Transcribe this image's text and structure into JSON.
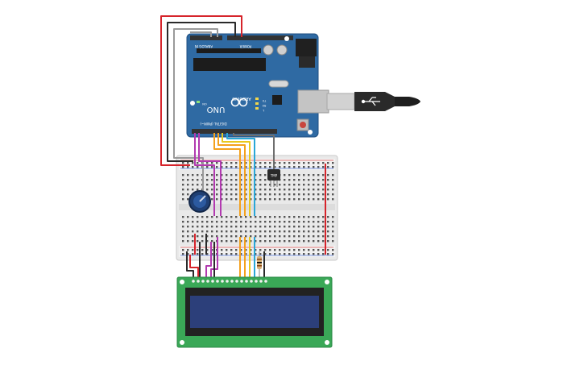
{
  "arduino": {
    "model": "UNO",
    "brand": "ARDUINO",
    "digital_label": "DIGITAL (PWM~)",
    "power_label": "POWER",
    "analog_label": "ANALOG IN",
    "tx_label": "TX",
    "rx_label": "RX",
    "l_label": "L",
    "on_label": "ON",
    "color": "#2f6aa3"
  },
  "sensor": {
    "label": "TMP"
  },
  "colors": {
    "wire_red": "#d6242b",
    "wire_black": "#2a2a2a",
    "wire_gray": "#9a9a9a",
    "wire_magenta": "#b23ab0",
    "wire_orange": "#f4a11d",
    "wire_yellow": "#e9c81f",
    "wire_blue": "#2aa7d6",
    "lcd_board": "#3aa857",
    "lcd_screen": "#2c3f7a"
  }
}
